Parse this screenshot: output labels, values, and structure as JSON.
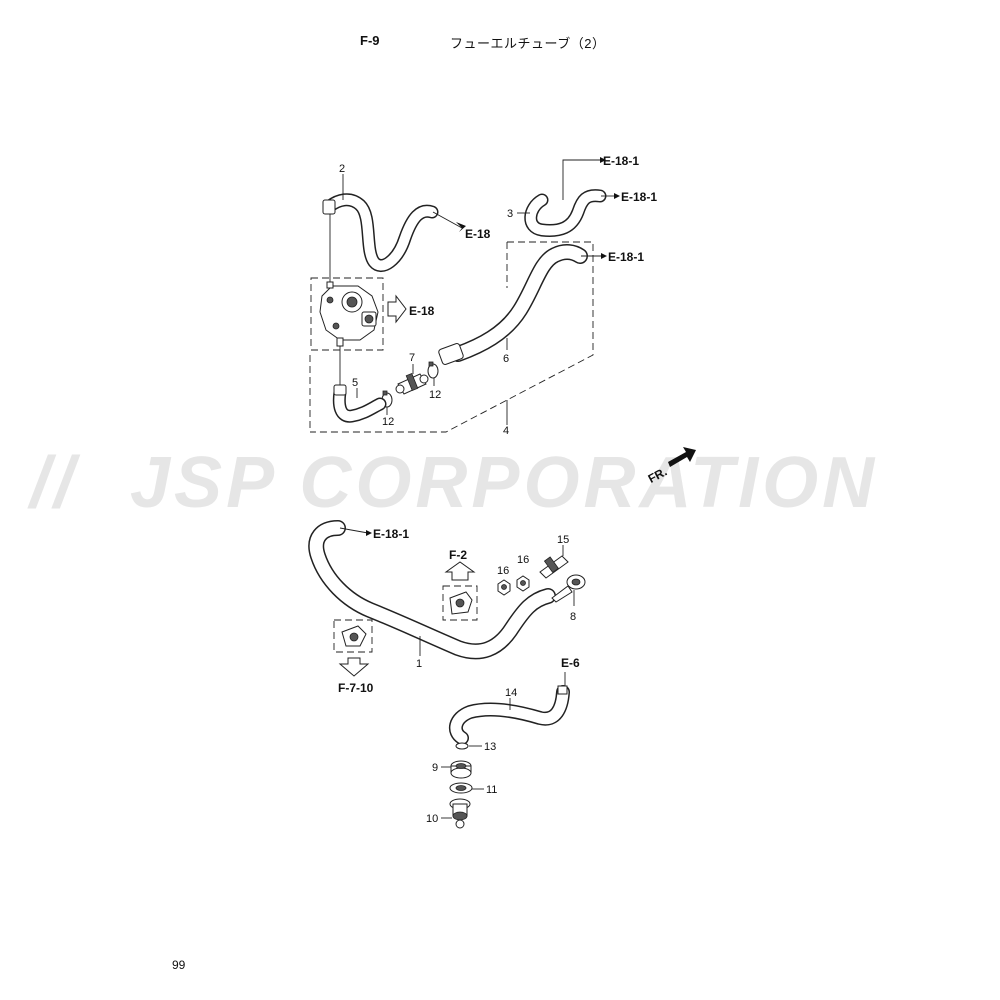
{
  "header": {
    "code": "F-9",
    "title": "フューエルチューブ（2）"
  },
  "page_number": "99",
  "watermark": "JSP CORPORATION",
  "direction_label": "FR.",
  "callouts": {
    "c1": "1",
    "c2": "2",
    "c3": "3",
    "c4": "4",
    "c5": "5",
    "c6": "6",
    "c7": "7",
    "c8": "8",
    "c9": "9",
    "c10": "10",
    "c11": "11",
    "c12a": "12",
    "c12b": "12",
    "c13": "13",
    "c14": "14",
    "c15": "15",
    "c16a": "16",
    "c16b": "16"
  },
  "references": {
    "r_e18_top": "E-18",
    "r_e18_mid": "E-18",
    "r_e181_a": "E-18-1",
    "r_e181_b": "E-18-1",
    "r_e181_c": "E-18-1",
    "r_e181_d": "E-18-1",
    "r_f2": "F-2",
    "r_f710": "F-7-10",
    "r_e6": "E-6"
  }
}
